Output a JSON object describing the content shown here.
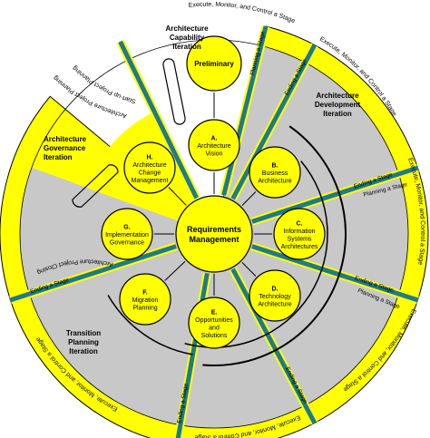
{
  "colors": {
    "yellow": "#ffff00",
    "gray": "#c8c8c8",
    "teal": "#1f7a8c",
    "outline": "#000000"
  },
  "center": {
    "title_line1": "Requirements",
    "title_line2": "Management"
  },
  "phases": [
    {
      "id": "preliminary",
      "lines": [
        "Preliminary"
      ]
    },
    {
      "id": "a",
      "lines": [
        "A.",
        "Architecture",
        "Vision"
      ]
    },
    {
      "id": "b",
      "lines": [
        "B.",
        "Business",
        "Architecture"
      ]
    },
    {
      "id": "c",
      "lines": [
        "C.",
        "Information",
        "Systems",
        "Architectures"
      ]
    },
    {
      "id": "d",
      "lines": [
        "D.",
        "Technology",
        "Architecture"
      ]
    },
    {
      "id": "e",
      "lines": [
        "E.",
        "Opportunities",
        "and",
        "Solutions"
      ]
    },
    {
      "id": "f",
      "lines": [
        "F.",
        "Migration",
        "Planning"
      ]
    },
    {
      "id": "g",
      "lines": [
        "G.",
        "Implementation",
        "Governance"
      ]
    },
    {
      "id": "h",
      "lines": [
        "H.",
        "Architecture",
        "Change",
        "Management"
      ]
    }
  ],
  "iterations": {
    "capability": [
      "Architecture",
      "Capability",
      "Iteration"
    ],
    "development": [
      "Architecture",
      "Development",
      "Iteration"
    ],
    "governance": [
      "Architecture",
      "Governance",
      "Iteration"
    ],
    "transition": [
      "Transition",
      "Planning",
      "Iteration"
    ]
  },
  "band_labels": {
    "execute_monitor": "Execute, Monitor, and Control a Stage",
    "ending_stage": "Ending a Stage",
    "planning_stage": "Planning a Stage",
    "startup_project": "Start-up Project Planning",
    "arch_project_planning": "Architecture Project Planning",
    "arch_project_closing": "Architecture Project Closing"
  }
}
